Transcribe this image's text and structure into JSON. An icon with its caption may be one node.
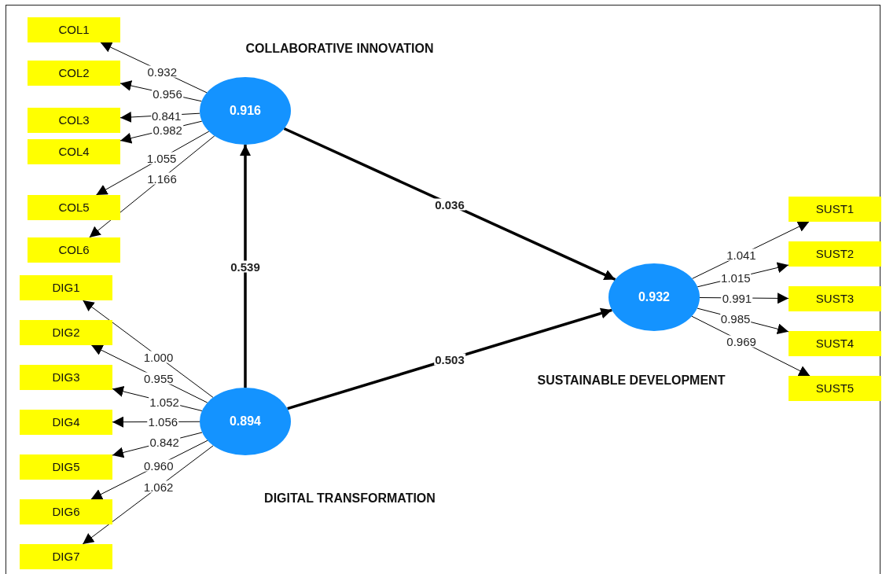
{
  "diagram": {
    "nodes": [
      {
        "text": [
          "0.916"
        ],
        "beside": [
          "COLLABORATIVE INNOVATION"
        ]
      },
      {
        "text": [
          "COL1"
        ]
      },
      {
        "text": [
          "COL2"
        ]
      },
      {
        "text": [
          "COL3"
        ]
      },
      {
        "text": [
          "COL4"
        ]
      },
      {
        "text": [
          "COL5"
        ]
      },
      {
        "text": [
          "COL6"
        ]
      },
      {
        "text": [
          "DIG1"
        ]
      },
      {
        "text": [
          "DIG2"
        ]
      },
      {
        "text": [
          "DIG3"
        ]
      },
      {
        "text": [
          "DIG4"
        ]
      },
      {
        "text": [
          "DIG5"
        ]
      },
      {
        "text": [
          "DIG6"
        ]
      },
      {
        "text": [
          "DIG7"
        ]
      },
      {
        "text": [
          "0.894"
        ],
        "beside": [
          "DIGITAL TRANSFORMATION"
        ]
      },
      {
        "text": [
          "0.932"
        ],
        "beside": [
          "SUSTAINABLE DEVELOPMENT"
        ]
      },
      {
        "text": [
          "SUST1"
        ]
      },
      {
        "text": [
          "SUST2"
        ]
      },
      {
        "text": [
          "SUST3"
        ]
      },
      {
        "text": [
          "SUST4"
        ]
      },
      {
        "text": [
          "SUST5"
        ]
      }
    ],
    "edges": [
      {
        "from": 0,
        "to": 1,
        "arrow": "to",
        "label": "0.932"
      },
      {
        "from": 0,
        "to": 2,
        "arrow": "to",
        "label": "0.956"
      },
      {
        "from": 0,
        "to": 3,
        "arrow": "to",
        "label": "0.841"
      },
      {
        "from": 0,
        "to": 4,
        "arrow": "to",
        "label": "0.982"
      },
      {
        "from": 0,
        "to": 5,
        "arrow": "to",
        "label": "1.055"
      },
      {
        "from": 0,
        "to": 6,
        "arrow": "to",
        "label": "1.166"
      },
      {
        "from": 14,
        "to": 7,
        "arrow": "to",
        "label": "1.000"
      },
      {
        "from": 14,
        "to": 8,
        "arrow": "to",
        "label": "0.955"
      },
      {
        "from": 14,
        "to": 9,
        "arrow": "to",
        "label": "1.052"
      },
      {
        "from": 14,
        "to": 10,
        "arrow": "to",
        "label": "1.056"
      },
      {
        "from": 14,
        "to": 11,
        "arrow": "to",
        "label": "0.842"
      },
      {
        "from": 14,
        "to": 12,
        "arrow": "to",
        "label": "0.960"
      },
      {
        "from": 14,
        "to": 13,
        "arrow": "to",
        "label": "1.062"
      },
      {
        "from": 15,
        "to": 16,
        "arrow": "to",
        "label": "1.041"
      },
      {
        "from": 15,
        "to": 17,
        "arrow": "to",
        "label": "1.015"
      },
      {
        "from": 15,
        "to": 18,
        "arrow": "to",
        "label": "0.991"
      },
      {
        "from": 15,
        "to": 19,
        "arrow": "to",
        "label": "0.985"
      },
      {
        "from": 15,
        "to": 20,
        "arrow": "to",
        "label": "0.969"
      },
      {
        "from": 14,
        "to": 0,
        "arrow": "to",
        "label": "0.539",
        "style": "thick"
      },
      {
        "from": 0,
        "to": 15,
        "arrow": "to",
        "label": "0.036",
        "style": "thick"
      },
      {
        "from": 14,
        "to": 15,
        "arrow": "to",
        "label": "0.503",
        "style": "thick"
      }
    ]
  }
}
